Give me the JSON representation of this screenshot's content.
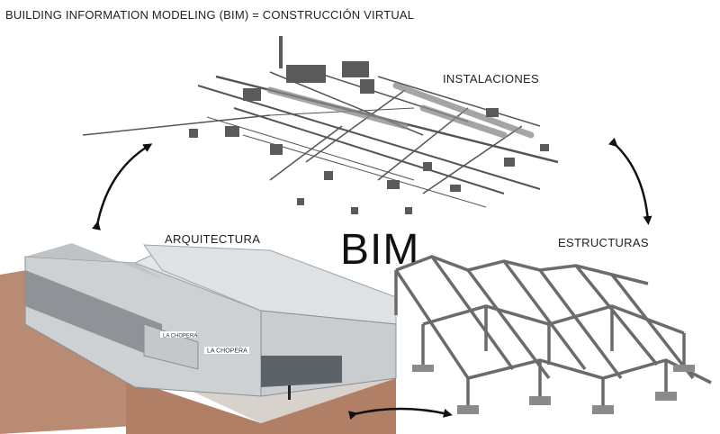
{
  "title": "BUILDING INFORMATION MODELING (BIM) = CONSTRUCCIÓN VIRTUAL",
  "center_label": "BIM",
  "nodes": {
    "instalaciones": {
      "label": "INSTALACIONES"
    },
    "arquitectura": {
      "label": "ARQUITECTURA"
    },
    "estructuras": {
      "label": "ESTRUCTURAS"
    }
  },
  "building_signs": {
    "front": "LA CHOPERA",
    "side": "LA CHOPERA"
  },
  "colors": {
    "background": "#ffffff",
    "text": "#222222",
    "steel": "#6b6b6b",
    "site_ground": "#b98b72",
    "roof": "#cfd3d6"
  }
}
